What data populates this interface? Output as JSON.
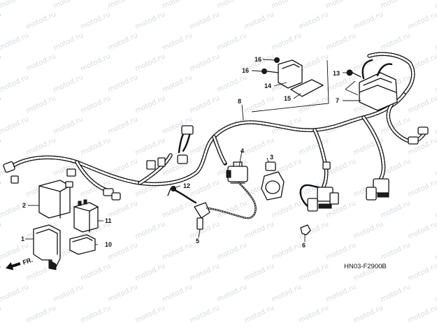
{
  "watermark": {
    "text": "motod.ru"
  },
  "callouts": {
    "c1": "1",
    "c2": "2",
    "c3": "3",
    "c4": "4",
    "c5": "5",
    "c6": "6",
    "c7": "7",
    "c8": "8",
    "c10": "10",
    "c11": "11",
    "c12": "12",
    "c13": "13",
    "c14": "14",
    "c15": "15",
    "c16a": "16",
    "c16b": "16"
  },
  "direction_label": "FR.",
  "figure_ref": "HN03-F2900",
  "figure_rev": "B"
}
